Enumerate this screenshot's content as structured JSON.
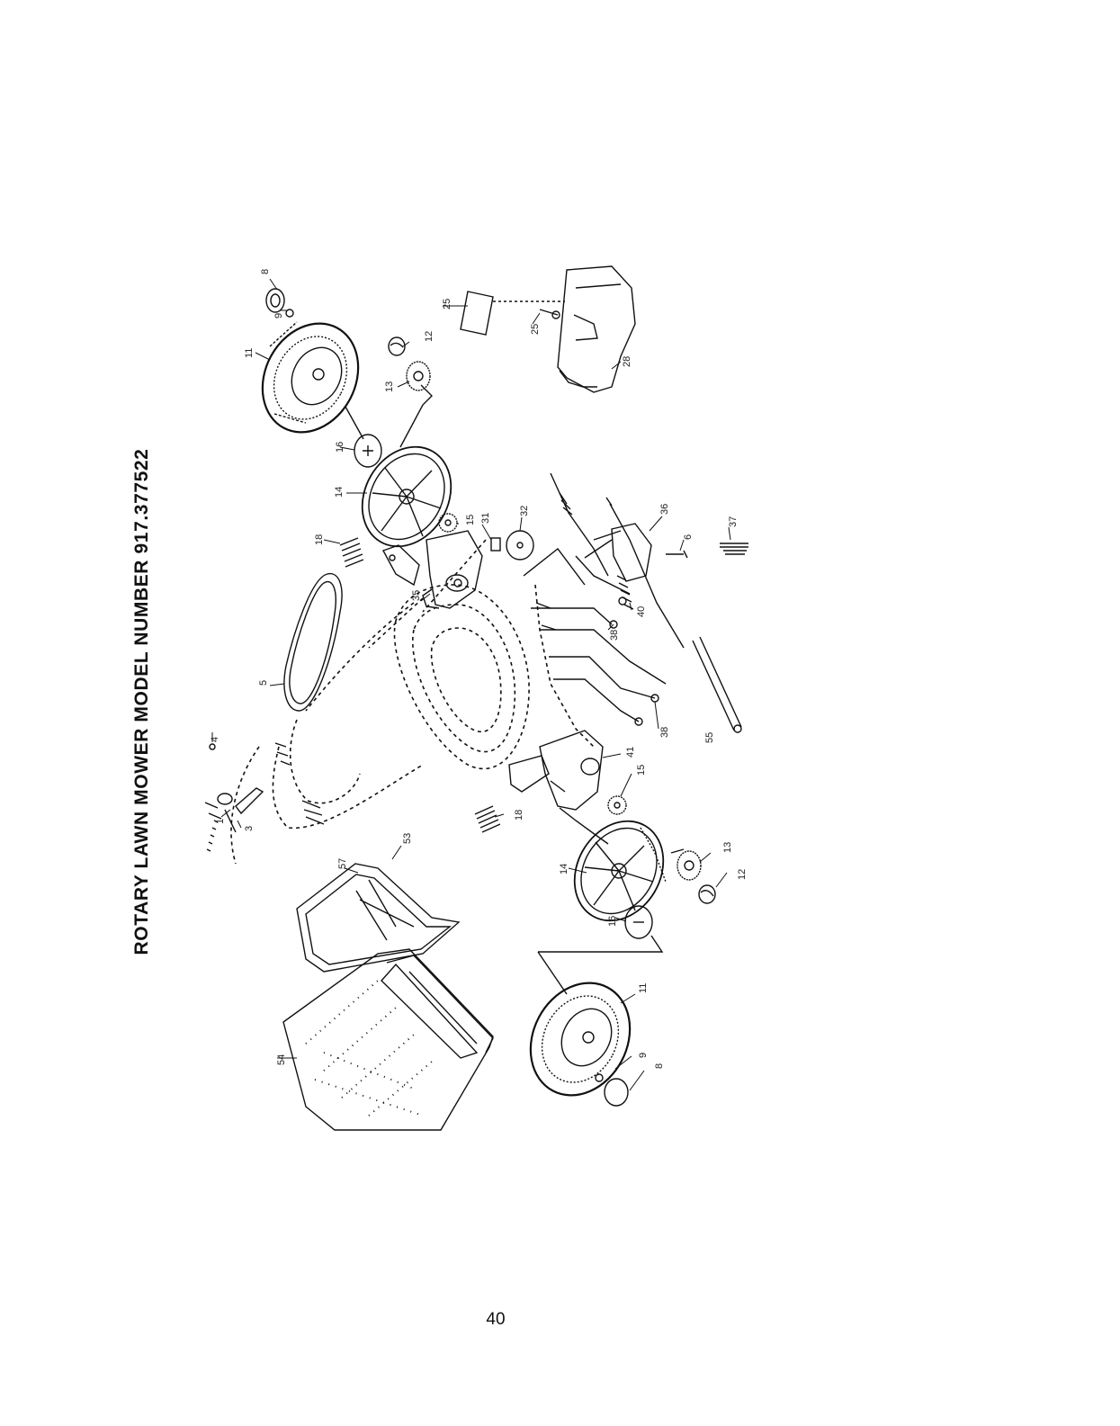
{
  "title": "ROTARY LAWN MOWER MODEL NUMBER 917.377522",
  "page_number": "40",
  "part_labels": [
    {
      "id": "p8a",
      "text": "8"
    },
    {
      "id": "p9a",
      "text": "9"
    },
    {
      "id": "p11a",
      "text": "11"
    },
    {
      "id": "p12a",
      "text": "12"
    },
    {
      "id": "p13a",
      "text": "13"
    },
    {
      "id": "p16a",
      "text": "16"
    },
    {
      "id": "p14a",
      "text": "14"
    },
    {
      "id": "p18a",
      "text": "18"
    },
    {
      "id": "p15a",
      "text": "15"
    },
    {
      "id": "p31",
      "text": "31"
    },
    {
      "id": "p32",
      "text": "32"
    },
    {
      "id": "p35",
      "text": "35"
    },
    {
      "id": "p25a",
      "text": "25"
    },
    {
      "id": "p25b",
      "text": "25"
    },
    {
      "id": "p28",
      "text": "28"
    },
    {
      "id": "p36",
      "text": "36"
    },
    {
      "id": "p6",
      "text": "6"
    },
    {
      "id": "p37",
      "text": "37"
    },
    {
      "id": "p40",
      "text": "40"
    },
    {
      "id": "p38a",
      "text": "38"
    },
    {
      "id": "p38b",
      "text": "38"
    },
    {
      "id": "p55",
      "text": "55"
    },
    {
      "id": "p5",
      "text": "5"
    },
    {
      "id": "p4",
      "text": "4"
    },
    {
      "id": "p1",
      "text": "1"
    },
    {
      "id": "p3",
      "text": "3"
    },
    {
      "id": "p53",
      "text": "53"
    },
    {
      "id": "p57",
      "text": "57"
    },
    {
      "id": "p54",
      "text": "54"
    },
    {
      "id": "p18b",
      "text": "18"
    },
    {
      "id": "p41",
      "text": "41"
    },
    {
      "id": "p15b",
      "text": "15"
    },
    {
      "id": "p14b",
      "text": "14"
    },
    {
      "id": "p13b",
      "text": "13"
    },
    {
      "id": "p12b",
      "text": "12"
    },
    {
      "id": "p16b",
      "text": "16"
    },
    {
      "id": "p11b",
      "text": "11"
    },
    {
      "id": "p9b",
      "text": "9"
    },
    {
      "id": "p8b",
      "text": "8"
    }
  ]
}
